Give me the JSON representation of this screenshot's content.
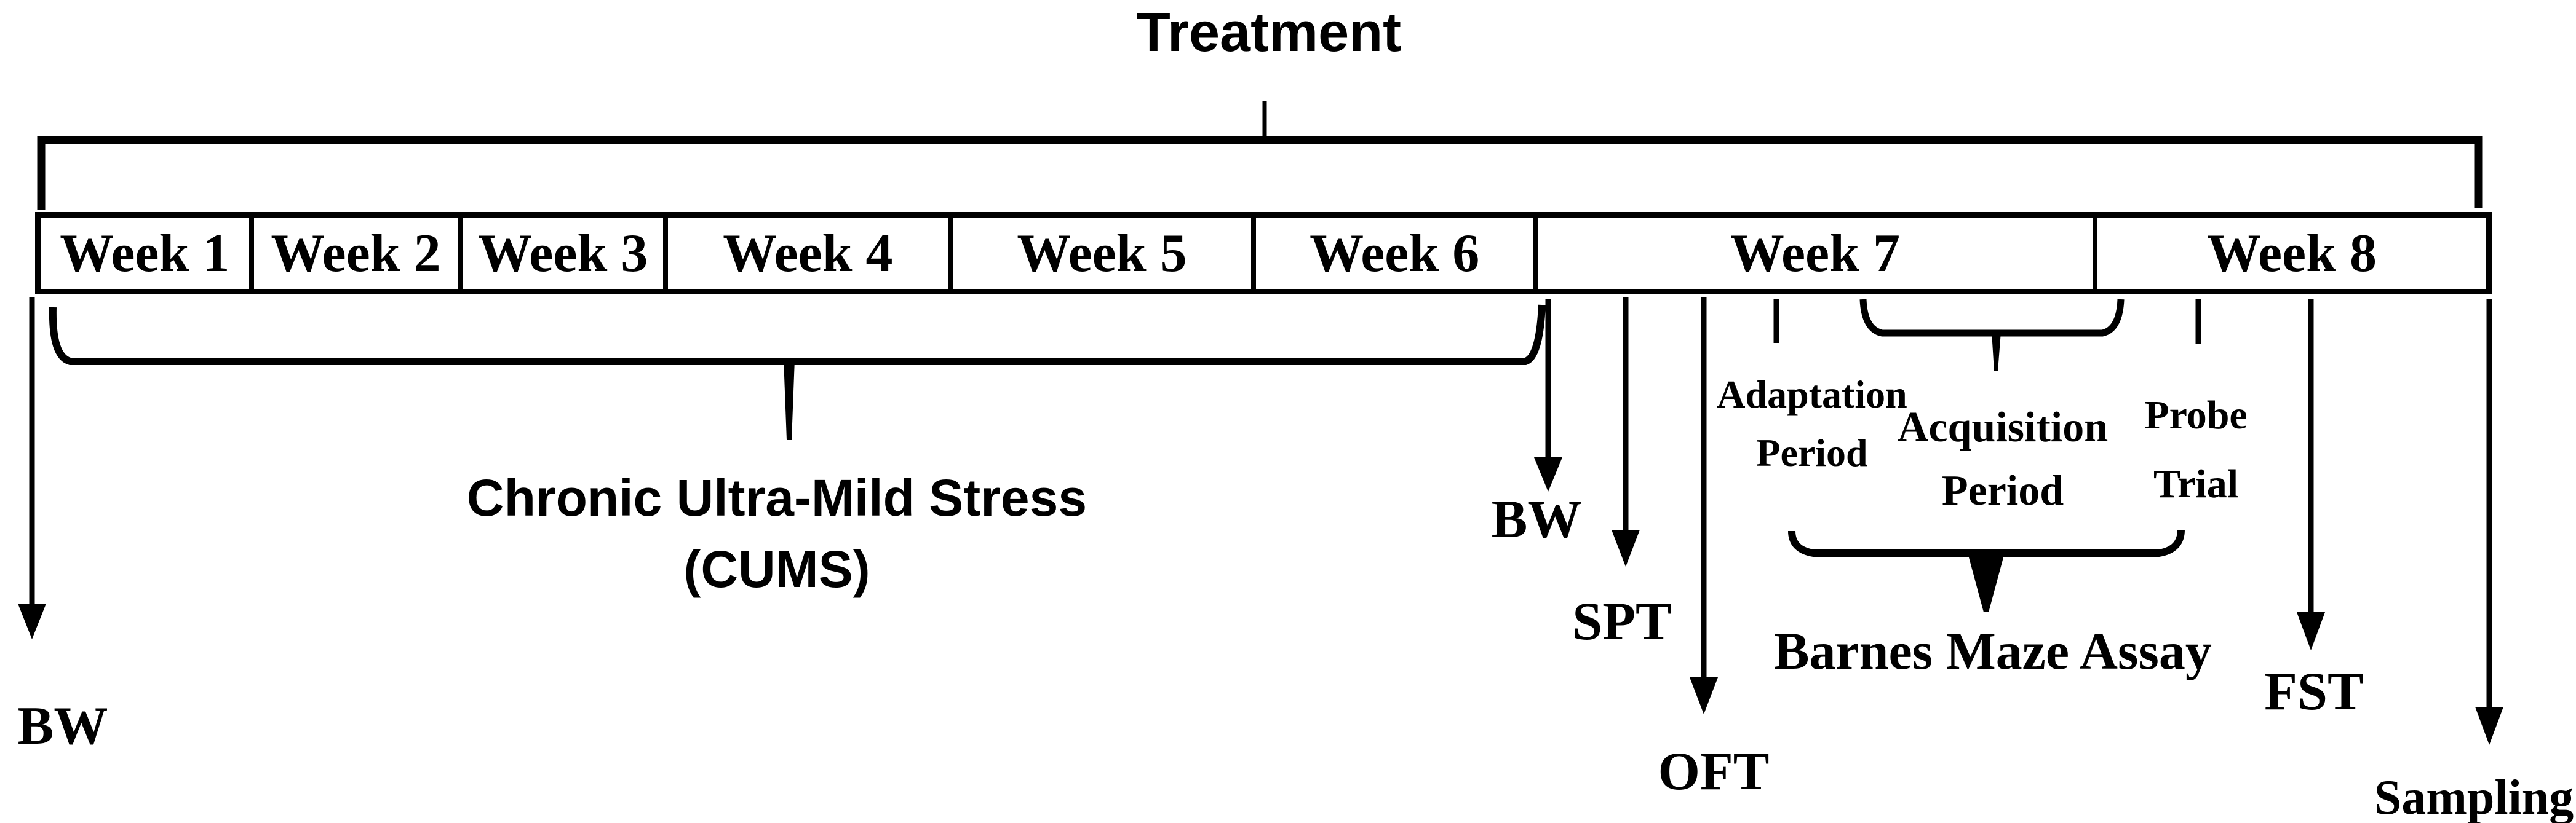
{
  "diagram": {
    "title": "Treatment",
    "weeks": [
      "Week 1",
      "Week 2",
      "Week 3",
      "Week 4",
      "Week 5",
      "Week 6",
      "Week 7",
      "Week 8"
    ],
    "annotations": {
      "bw_left": "BW",
      "cums": {
        "line1": "Chronic Ultra-Mild Stress",
        "line2": "(CUMS)"
      },
      "bw_right": "BW",
      "spt": "SPT",
      "oft": "OFT",
      "adaptation": {
        "line1": "Adaptation",
        "line2": "Period"
      },
      "acquisition": {
        "line1": "Acquisition",
        "line2": "Period"
      },
      "probe": {
        "line1": "Probe",
        "line2": "Trial"
      },
      "barnes": "Barnes Maze Assay",
      "fst": "FST",
      "sampling": "Sampling"
    },
    "colors": {
      "ink": "#000000",
      "background": "#ffffff"
    }
  }
}
